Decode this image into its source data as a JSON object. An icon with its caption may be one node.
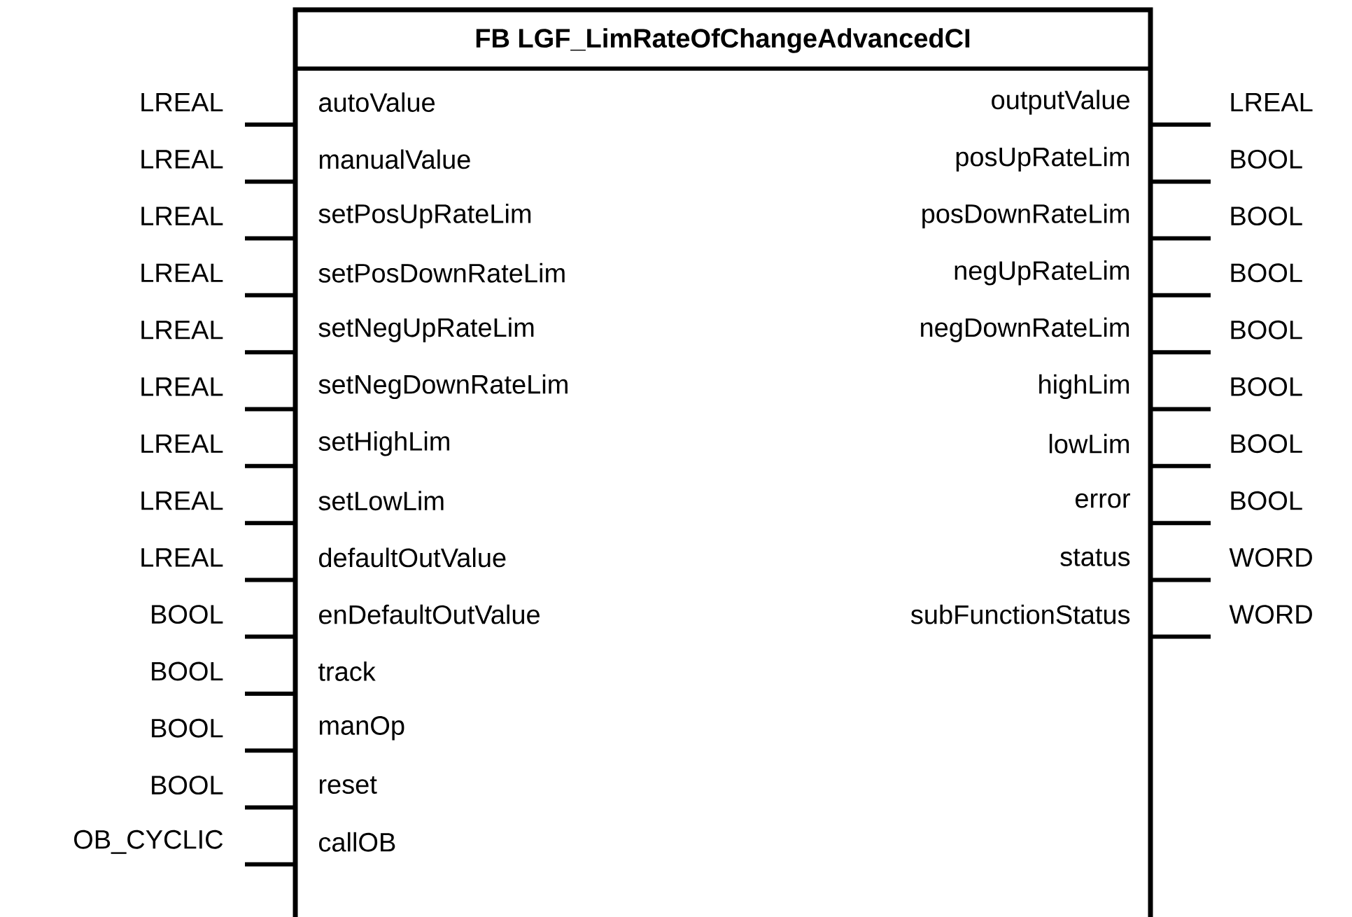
{
  "diagram": {
    "nodes": [
      {
        "text": [
          "FB LGF_LimRateOfChangeAdvancedCI"
        ]
      }
    ],
    "labels": [
      "LREAL",
      "autoValue",
      "outputValue",
      "LREAL",
      "LREAL",
      "manualValue",
      "posUpRateLim",
      "BOOL",
      "LREAL",
      "setPosUpRateLim",
      "posDownRateLim",
      "BOOL",
      "LREAL",
      "setPosDownRateLim",
      "negUpRateLim",
      "BOOL",
      "LREAL",
      "setNegUpRateLim",
      "negDownRateLim",
      "BOOL",
      "LREAL",
      "setNegDownRateLim",
      "highLim",
      "BOOL",
      "LREAL",
      "setHighLim",
      "lowLim",
      "BOOL",
      "LREAL",
      "setLowLim",
      "error",
      "BOOL",
      "LREAL",
      "defaultOutValue",
      "status",
      "WORD",
      "BOOL",
      "enDefaultOutValue",
      "subFunctionStatus",
      "WORD",
      "BOOL",
      "track",
      "BOOL",
      "manOp",
      "BOOL",
      "reset",
      "OB_CYCLIC",
      "callOB"
    ]
  }
}
